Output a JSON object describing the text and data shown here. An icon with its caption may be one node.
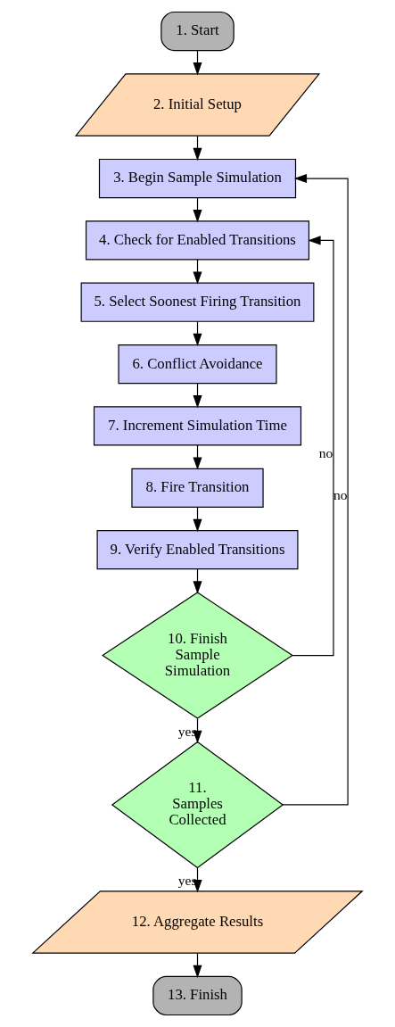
{
  "diagram": {
    "nodes": [
      {
        "text": [
          "1. Start"
        ]
      },
      {
        "text": [
          "2. Initial Setup"
        ]
      },
      {
        "text": [
          "3. Begin Sample Simulation"
        ]
      },
      {
        "text": [
          "4. Check for Enabled Transitions"
        ]
      },
      {
        "text": [
          "5. Select Soonest Firing Transition"
        ]
      },
      {
        "text": [
          "6. Conflict Avoidance"
        ]
      },
      {
        "text": [
          "7. Increment Simulation Time"
        ]
      },
      {
        "text": [
          "8. Fire Transition"
        ]
      },
      {
        "text": [
          "9. Verify Enabled Transitions"
        ]
      },
      {
        "text": [
          "10. Finish Sample Simulation"
        ]
      },
      {
        "text": [
          "11. Samples Collected"
        ]
      },
      {
        "text": [
          "12. Aggregate Results"
        ]
      },
      {
        "text": [
          "13. Finish"
        ]
      }
    ],
    "edges": [
      {
        "from": 0,
        "to": 1,
        "arrow": "to"
      },
      {
        "from": 1,
        "to": 2,
        "arrow": "to"
      },
      {
        "from": 2,
        "to": 3,
        "arrow": "to"
      },
      {
        "from": 3,
        "to": 4,
        "arrow": "to"
      },
      {
        "from": 4,
        "to": 5,
        "arrow": "to"
      },
      {
        "from": 5,
        "to": 6,
        "arrow": "to"
      },
      {
        "from": 6,
        "to": 7,
        "arrow": "to"
      },
      {
        "from": 7,
        "to": 8,
        "arrow": "to"
      },
      {
        "from": 8,
        "to": 9,
        "arrow": "to"
      },
      {
        "from": 9,
        "to": 10,
        "arrow": "to",
        "label": "yes"
      },
      {
        "from": 9,
        "to": 3,
        "arrow": "to",
        "label": "no"
      },
      {
        "from": 10,
        "to": 11,
        "arrow": "to",
        "label": "yes"
      },
      {
        "from": 10,
        "to": 2,
        "arrow": "to",
        "label": "no"
      },
      {
        "from": 11,
        "to": 12,
        "arrow": "to"
      }
    ]
  }
}
